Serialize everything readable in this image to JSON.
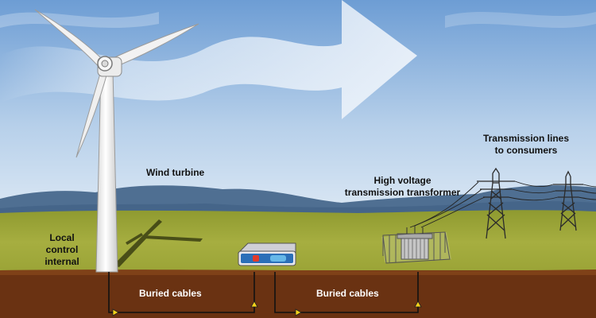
{
  "labels": {
    "wind_turbine": "Wind turbine",
    "local_control": [
      "Local",
      "control",
      "internal"
    ],
    "transformer": [
      "High voltage",
      "transmission transformer"
    ],
    "transmission_lines": [
      "Transmission lines",
      "to consumers"
    ],
    "buried_cables_1": "Buried cables",
    "buried_cables_2": "Buried cables"
  },
  "colors": {
    "sky_top": "#6f9fd6",
    "sky_bottom": "#dce9f5",
    "mountains": "#4f6f92",
    "ground": "#a4ad3c",
    "soil": "#6a3212",
    "cable": "#111111",
    "arrow_head": "#f5d21a",
    "wind_arrow": "#eaf2fb"
  },
  "icons": {
    "turbine": "wind-turbine-icon",
    "control_box": "control-box-icon",
    "transformer": "transformer-icon",
    "pylon": "pylon-icon",
    "wind": "wind-arrow-icon"
  }
}
